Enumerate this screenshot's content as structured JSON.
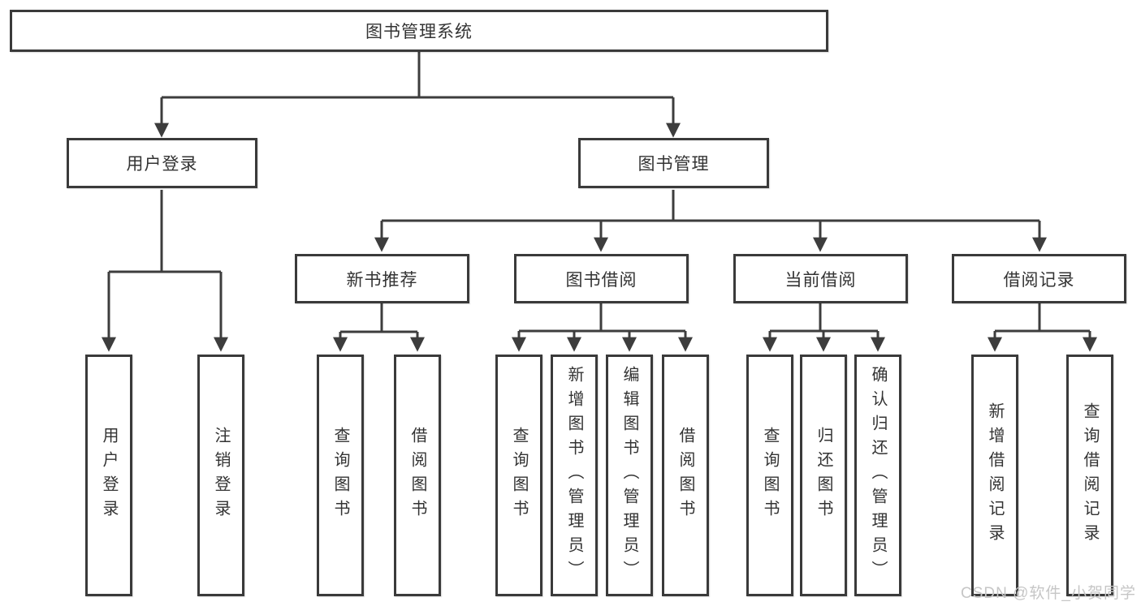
{
  "diagram": {
    "type": "hierarchy-tree",
    "root": {
      "label": "图书管理系统",
      "children": [
        {
          "label": "用户登录",
          "children": [
            {
              "label": "用户登录"
            },
            {
              "label": "注销登录"
            }
          ]
        },
        {
          "label": "图书管理",
          "children": [
            {
              "label": "新书推荐",
              "children": [
                {
                  "label": "查询图书"
                },
                {
                  "label": "借阅图书"
                }
              ]
            },
            {
              "label": "图书借阅",
              "children": [
                {
                  "label": "查询图书"
                },
                {
                  "label": "新增图书（管理员）"
                },
                {
                  "label": "编辑图书（管理员）"
                },
                {
                  "label": "借阅图书"
                }
              ]
            },
            {
              "label": "当前借阅",
              "children": [
                {
                  "label": "查询图书"
                },
                {
                  "label": "归还图书"
                },
                {
                  "label": "确认归还（管理员）"
                }
              ]
            },
            {
              "label": "借阅记录",
              "children": [
                {
                  "label": "新增借阅记录"
                },
                {
                  "label": "查询借阅记录"
                }
              ]
            }
          ]
        }
      ]
    }
  },
  "watermark": {
    "text": "CSDN @软件_小贺同学"
  },
  "colors": {
    "line": "#3d3d3d",
    "box_border": "#3a3a3a",
    "box_fill": "#ffffff",
    "text": "#333333",
    "watermark": "#c6c6c6"
  }
}
